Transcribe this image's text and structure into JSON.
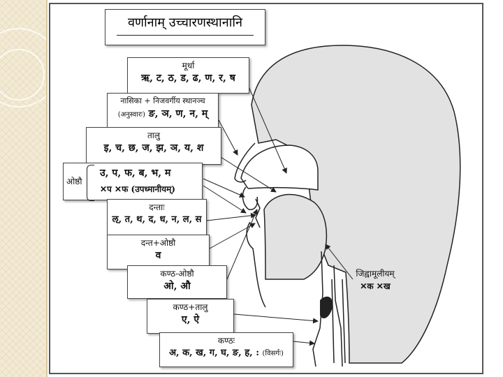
{
  "title": "वर्णानाम् उच्चारणस्थानानि",
  "places": {
    "murdha": {
      "label": "मूर्धा",
      "letters": "ऋ, ट, ठ, ड, ढ, ण, र, ष"
    },
    "nasika": {
      "label": "नासिका + निजवर्गीय स्थानञ्च",
      "note": "(अनुस्वारः)",
      "letters": "ङ, ञ, ण, न, म्"
    },
    "talu": {
      "label": "तालु",
      "letters": "इ, च, छ, ज, झ, ञ, य, श"
    },
    "oshthau": {
      "label": "ओष्ठौ",
      "letters1": "उ, प, फ, ब, भ, म",
      "letters2": "✕प ✕फ (उपध्मानीयम्)"
    },
    "danta": {
      "label": "दन्ताः",
      "letters": "ऌ, त, थ, द, ध, न, ल, स"
    },
    "dantaoshtha": {
      "label": "दन्त+ओष्ठौ",
      "letters": "व"
    },
    "kanthaoshtha": {
      "label": "कण्ठ-ओष्ठौ",
      "letters": "ओ, औ"
    },
    "kanthatalu": {
      "label": "कण्ठ+तालु",
      "letters": "ए, ऐ"
    },
    "kantha": {
      "label": "कण्ठः",
      "letters": "अ, क, ख, ग, घ, ङ, ह, :",
      "note": "(विसर्गः)"
    },
    "jihvamuliyam": {
      "label": "जिह्वामूलीयम्",
      "letters": "✕क ✕ख"
    }
  },
  "colors": {
    "tissue": "#e2e2e2",
    "outline": "#222222",
    "accent_bg": "#f3ead4"
  }
}
